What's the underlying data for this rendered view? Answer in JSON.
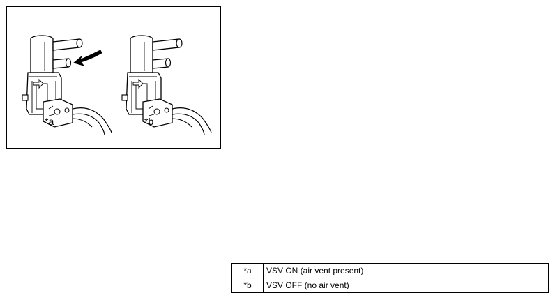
{
  "figure": {
    "labels": [
      "*a",
      "*b"
    ],
    "icons": [
      "vsv-valve-on-illustration",
      "vsv-valve-off-illustration",
      "air-flow-arrow-icon"
    ]
  },
  "legend": {
    "rows": [
      {
        "key": "*a",
        "value": "VSV ON (air vent present)"
      },
      {
        "key": "*b",
        "value": "VSV OFF (no air vent)"
      }
    ]
  }
}
